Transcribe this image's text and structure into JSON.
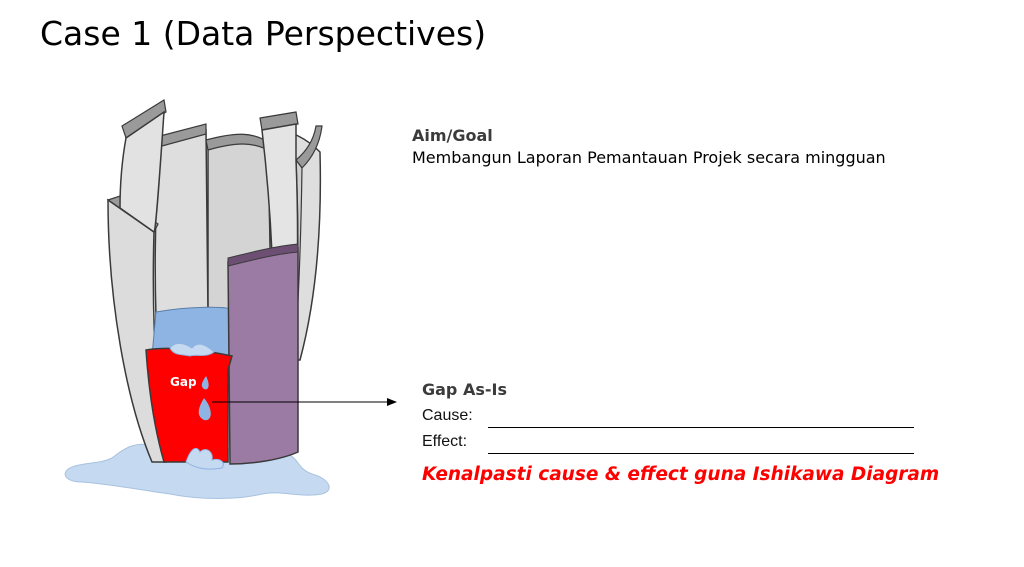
{
  "slide": {
    "title": "Case 1 (Data Perspectives)"
  },
  "aim": {
    "title": "Aim/Goal",
    "text": "Membangun Laporan Pemantauan Projek secara mingguan"
  },
  "gap": {
    "title": "Gap As-Is",
    "cause_label": "Cause:",
    "effect_label": "Effect:",
    "callout": "Kenalpasti cause & effect guna Ishikawa Diagram"
  },
  "barrel": {
    "gap_label": "Gap"
  },
  "colors": {
    "stave": "#dcdcdc",
    "stave_top": "#9a9a9a",
    "water": "#8db4e2",
    "short_stave": "#ff0000",
    "tall_stave": "#9b7aa3",
    "puddle": "#c5d9f1",
    "callout": "#ff0000"
  },
  "icons": [
    "water-drop-icon",
    "arrow-right-icon"
  ]
}
